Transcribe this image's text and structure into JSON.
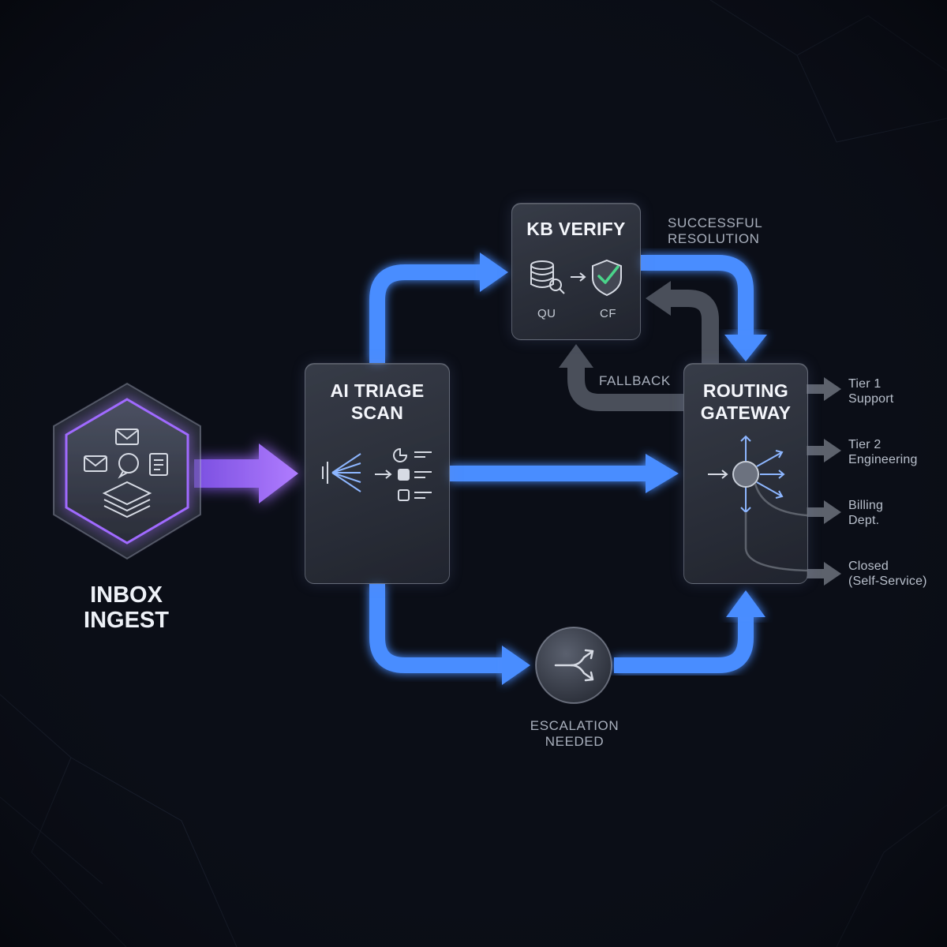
{
  "nodes": {
    "inbox": {
      "title_line1": "INBOX",
      "title_line2": "INGEST"
    },
    "triage": {
      "title_line1": "AI TRIAGE",
      "title_line2": "SCAN"
    },
    "kb": {
      "title": "KB VERIFY",
      "icon_left_caption": "QU",
      "icon_right_caption": "CF"
    },
    "routing": {
      "title_line1": "ROUTING",
      "title_line2": "GATEWAY"
    },
    "escalation": {
      "title_line1": "ESCALATION",
      "title_line2": "NEEDED"
    }
  },
  "edge_labels": {
    "success_line1": "SUCCESSFUL",
    "success_line2": "RESOLUTION",
    "fallback": "FALLBACK"
  },
  "outputs": [
    {
      "line1": "Tier 1",
      "line2": "Support"
    },
    {
      "line1": "Tier 2",
      "line2": "Engineering"
    },
    {
      "line1": "Billing",
      "line2": "Dept."
    },
    {
      "line1": "Closed",
      "line2": "(Self-Service)"
    }
  ],
  "colors": {
    "background": "#0b0e17",
    "flow_blue": "#4a8dff",
    "flow_purple": "#a36bff",
    "fallback_gray": "#4a4f5a",
    "output_gray": "#5d626c"
  },
  "icons": {
    "inbox": [
      "mail-icon",
      "chat-icon",
      "document-icon",
      "stack-icon"
    ],
    "triage": [
      "scanner-icon",
      "classify-list-icon"
    ],
    "kb": [
      "database-search-icon",
      "shield-check-icon"
    ],
    "routing": [
      "router-hub-icon"
    ],
    "escalation": [
      "merge-icon"
    ]
  }
}
